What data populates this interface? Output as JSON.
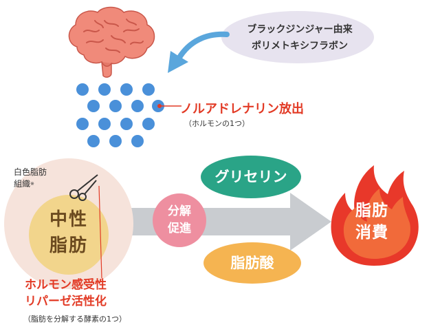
{
  "extract": {
    "line1": "ブラックジンジャー由来",
    "line2": "ポリメトキシフラボン"
  },
  "noradrenaline": {
    "title": "ノルアドレナリン放出",
    "subtitle": "（ホルモンの1つ）"
  },
  "fat_tissue": {
    "label_line1": "白色脂肪",
    "label_line2": "組織",
    "label_mark": "※",
    "core_line1": "中性",
    "core_line2": "脂肪"
  },
  "enzyme": {
    "line1": "ホルモン感受性",
    "line2": "リパーゼ活性化",
    "subtitle": "（脂肪を分解する酵素の1つ）"
  },
  "decomposition": {
    "line1": "分解",
    "line2": "促進"
  },
  "products": {
    "glycerin": "グリセリン",
    "fatty_acid": "脂肪酸"
  },
  "result": {
    "line1": "脂肪",
    "line2": "消費"
  },
  "colors": {
    "accent_red": "#e23a25",
    "dot_blue": "#4a90d9",
    "arrow_blue": "#5aa6dc",
    "glycerin_green": "#2aa487",
    "fatty_acid_orange": "#f5b451",
    "promote_pink": "#ee8fa0",
    "flow_arrow_grey": "#c9ccd0",
    "flame_red": "#e8382a"
  },
  "icons": [
    "brain-icon",
    "scissors-icon",
    "flame-icon"
  ]
}
